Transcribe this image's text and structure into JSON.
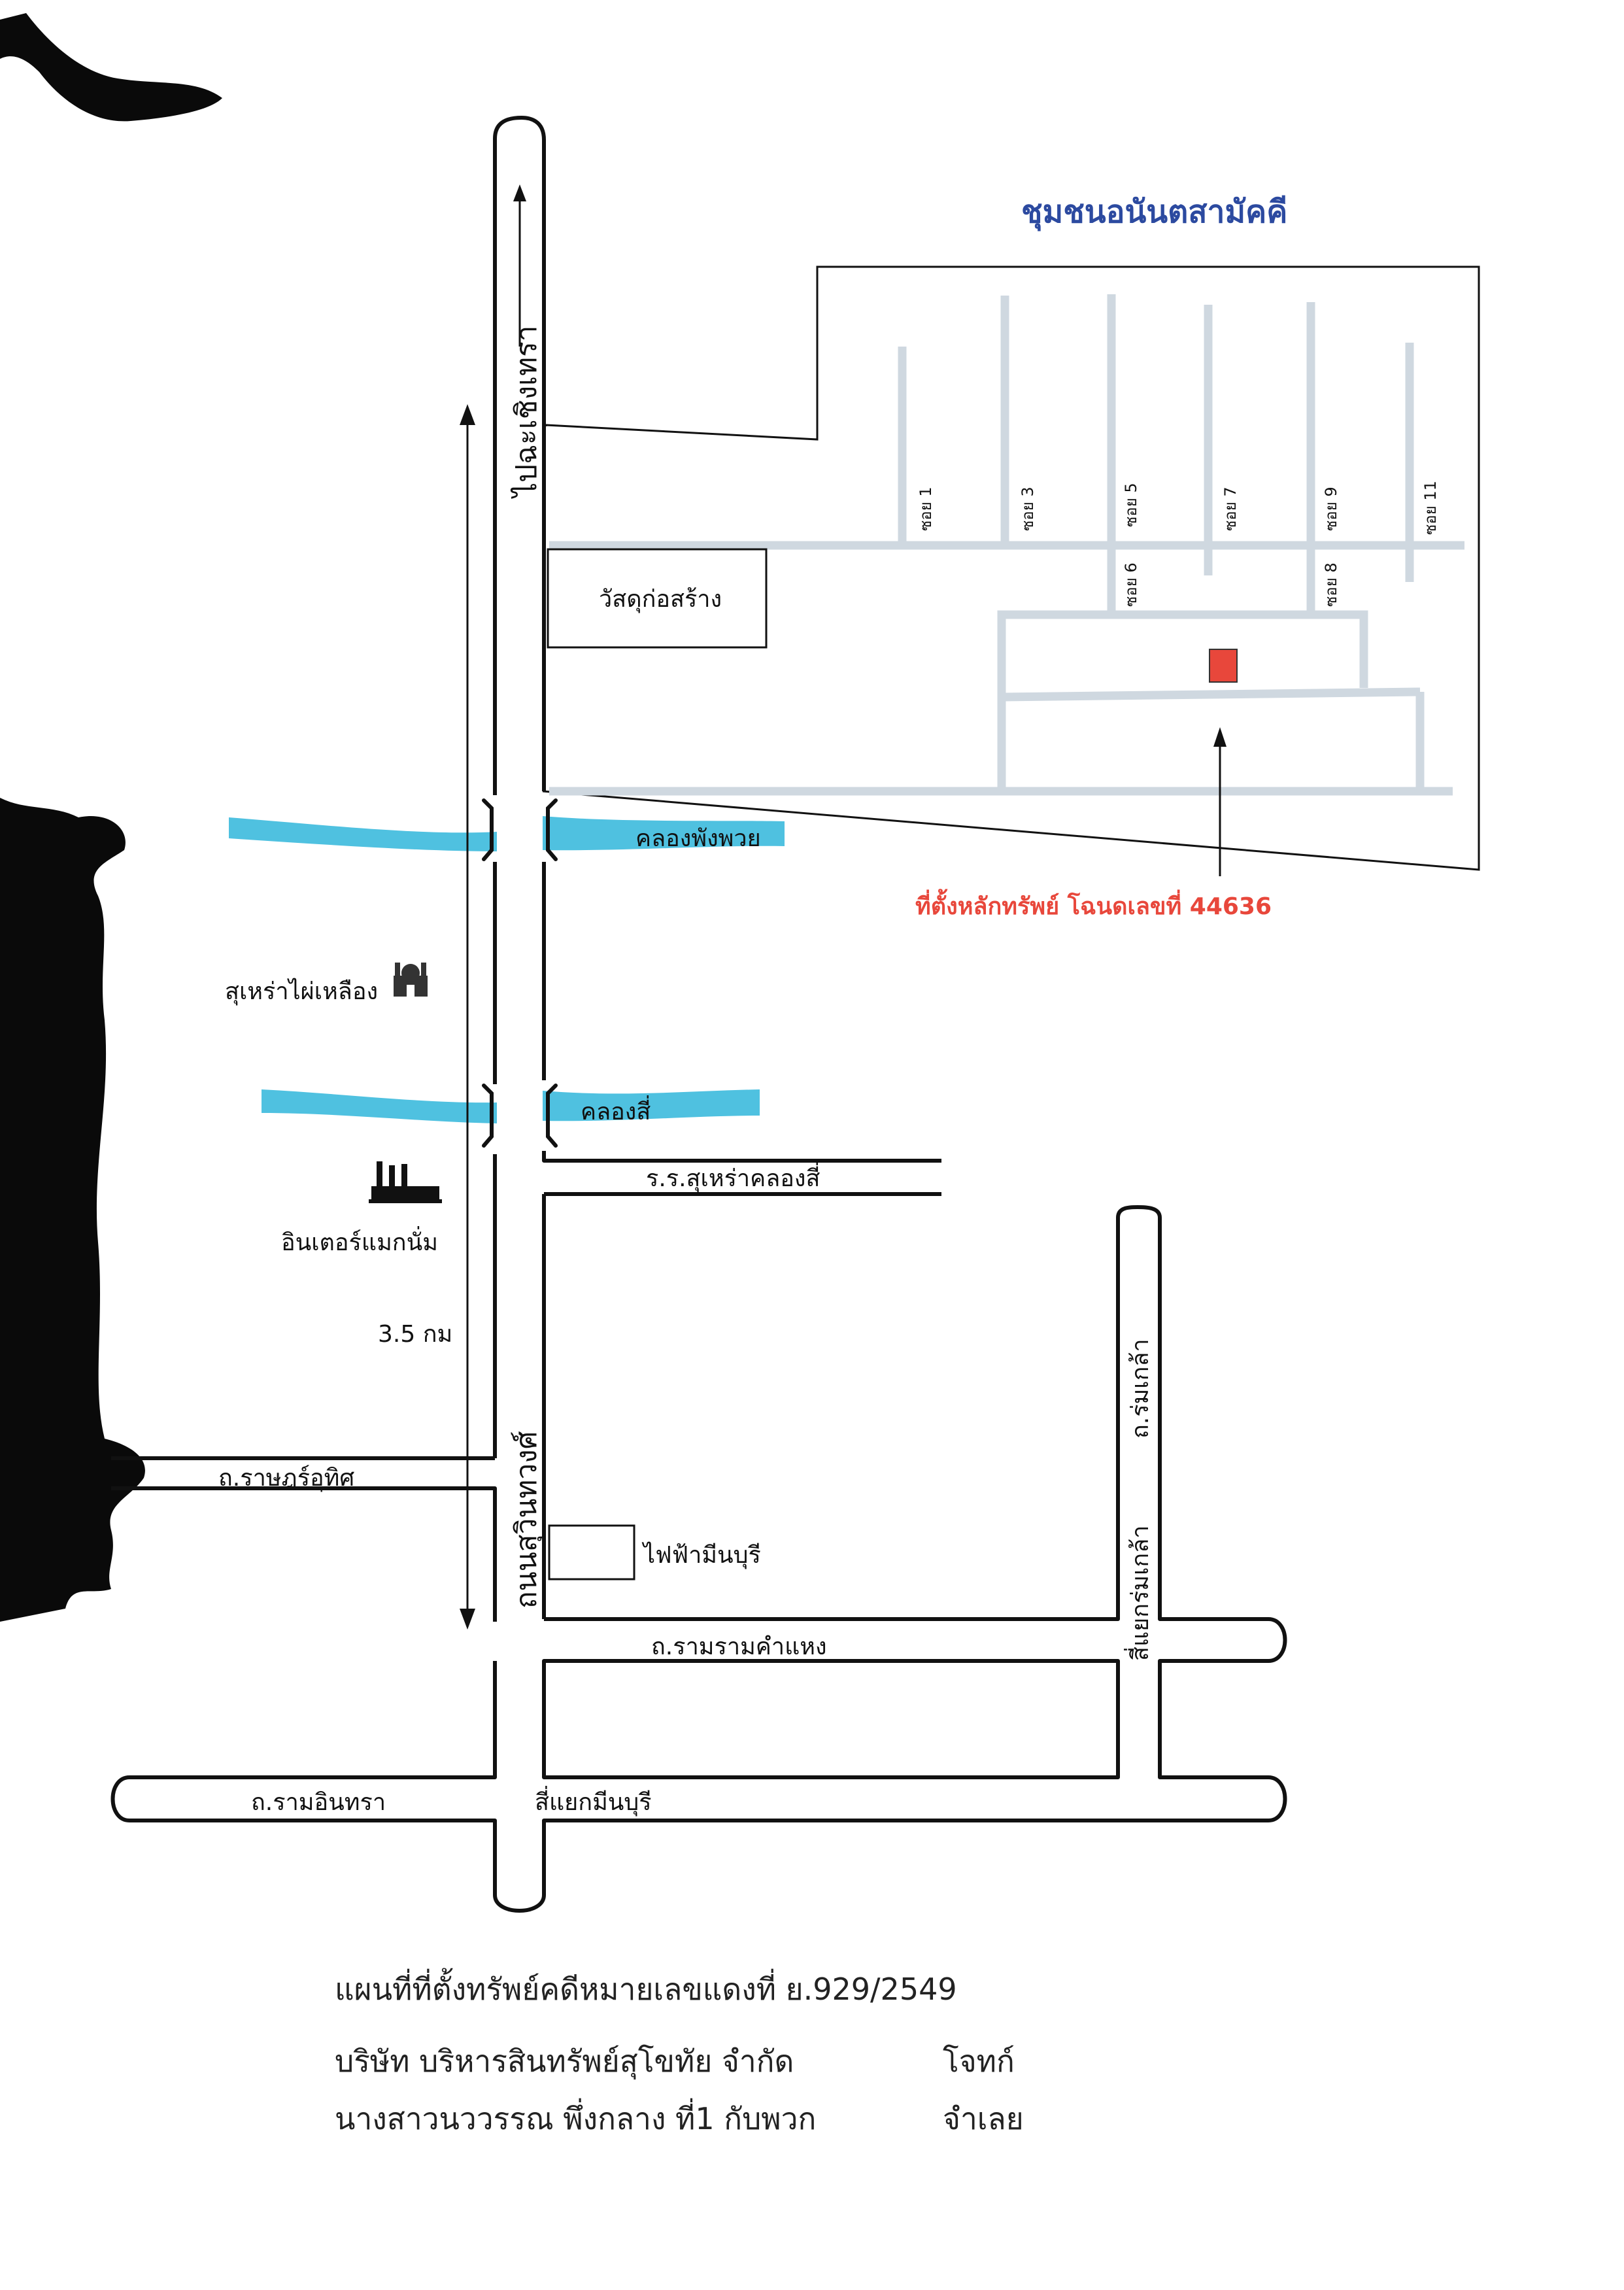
{
  "map": {
    "community_title": "ชุมชนอนันตสามัคคี",
    "target_label": "ที่ตั้งหลักทรัพย์ โฉนดเลขที่ 44636",
    "colors": {
      "canal": "#4fc1e0",
      "minor_road": "#cfd8e0",
      "target": "#e8473b",
      "title_blue": "#2c4aa0",
      "target_text": "#e8473b",
      "road_outline": "#111111"
    },
    "roads": {
      "main_north": "ไปฉะเชิงเทรา",
      "main": "ถนนสุวินทวงศ์",
      "ratsadorn": "ถ.ราษฎร์อุทิศ",
      "ramkhamhaeng": "ถ.รามรามคำแหง",
      "ramintra": "ถ.รามอินทรา",
      "romklao": "ถ.ร่มเกล้า",
      "school_road": "ร.ร.สุเหร่าคลองสี่"
    },
    "intersections": {
      "romklao": "สี่แยกร่มเกล้า",
      "minburi": "สี่แยกมีนบุรี"
    },
    "canals": {
      "phangphuai": "คลองพังพวย",
      "khlong_si": "คลองสี่"
    },
    "landmarks": {
      "construction": "วัสดุก่อสร้าง",
      "mosque": "สุเหร่าไผ่เหลือง",
      "factory": "อินเตอร์แมกนั่ม",
      "electric": "ไฟฟ้ามีนบุรี"
    },
    "distance": "3.5 กม",
    "sois": [
      "ซอย 1",
      "ซอย 3",
      "ซอย 5",
      "ซอย 7",
      "ซอย 9",
      "ซอย 11",
      "ซอย 6",
      "ซอย 8"
    ],
    "icons": [
      "mosque-icon",
      "factory-icon",
      "arrow-up-icon",
      "arrow-down-icon",
      "target-marker-icon"
    ]
  },
  "caption": {
    "line1": "แผนที่ที่ตั้งทรัพย์คดีหมายเลขแดงที่  ย.929/2549",
    "line2_left": "บริษัท บริหารสินทรัพย์สุโขทัย จำกัด",
    "line2_right": "โจทก์",
    "line3_left": "นางสาวนววรรณ  พึ่งกลาง   ที่1 กับพวก",
    "line3_right": "จำเลย"
  }
}
